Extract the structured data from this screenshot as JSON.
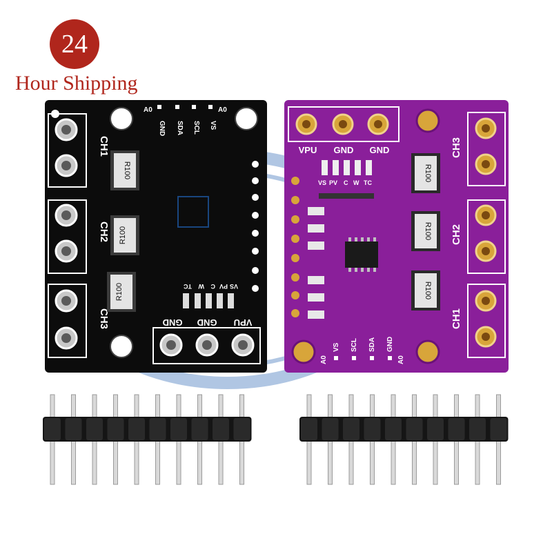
{
  "promo": {
    "badge_number": "24",
    "caption": "Hour Shipping",
    "color": "#b0261c"
  },
  "boards": {
    "black": {
      "color": "#0c0c0c",
      "channels": [
        "CH1",
        "CH2",
        "CH3"
      ],
      "resistor_label": "R100",
      "header_pins": [
        "VPU",
        "GND",
        "GND"
      ],
      "top_pins": [
        "A0",
        "GND",
        "SDA",
        "SCL",
        "VS",
        "A0"
      ],
      "led_labels": [
        "VS",
        "PV",
        "C",
        "W",
        "TC"
      ]
    },
    "purple": {
      "color": "#8a1f9a",
      "channels": [
        "CH3",
        "CH2",
        "CH1"
      ],
      "resistor_label": "R100",
      "header_pins": [
        "VPU",
        "GND",
        "GND"
      ],
      "bottom_pins": [
        "A0",
        "VS",
        "SCL",
        "SDA",
        "GND",
        "A0"
      ],
      "led_labels": [
        "VS",
        "PV",
        "C",
        "W",
        "TC"
      ]
    }
  },
  "pin_headers": {
    "count": 2,
    "pins_per_header": 10
  }
}
